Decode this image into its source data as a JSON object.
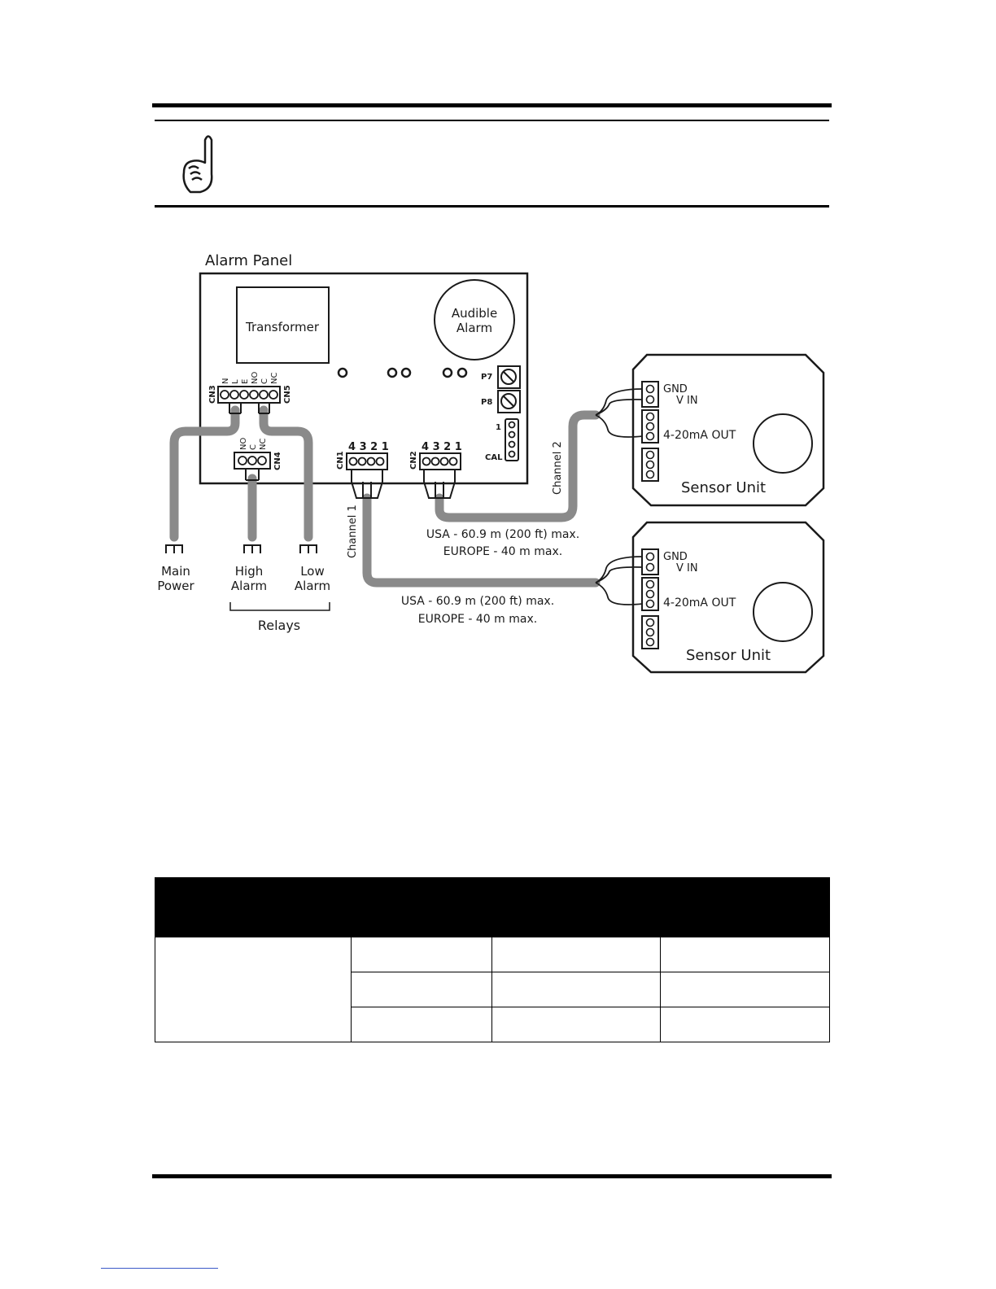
{
  "note": {
    "icon": "pointing-finger-icon"
  },
  "diagram": {
    "alarm_panel_label": "Alarm Panel",
    "transformer_label": "Transformer",
    "audible_alarm_line1": "Audible",
    "audible_alarm_line2": "Alarm",
    "pot_p7": "P7",
    "pot_p8": "P8",
    "cal_pin_1": "1",
    "cal_label": "CAL",
    "cn3": "CN3",
    "cn5": "CN5",
    "cn4": "CN4",
    "cn1": "CN1",
    "cn2": "CN2",
    "cn3_pins": [
      "N",
      "L",
      "E"
    ],
    "cn5_pins": [
      "NO",
      "C",
      "NC"
    ],
    "cn4_pins": [
      "NO",
      "C",
      "NC"
    ],
    "cn1_pin_numbers": "4 3 2 1",
    "cn2_pin_numbers": "4 3 2 1",
    "channel1": "Channel 1",
    "channel2": "Channel 2",
    "main_power_line1": "Main",
    "main_power_line2": "Power",
    "high_alarm_line1": "High",
    "high_alarm_line2": "Alarm",
    "low_alarm_line1": "Low",
    "low_alarm_line2": "Alarm",
    "relays": "Relays",
    "cable_limit_usa": "USA - 60.9 m (200 ft) max.",
    "cable_limit_europe": "EUROPE - 40 m max.",
    "sensor_gnd": "GND",
    "sensor_vin": "V IN",
    "sensor_output": "4-20mA OUT",
    "sensor_unit": "Sensor Unit"
  },
  "colors": {
    "cable": "#8a8a8a",
    "ink": "#1a1a1a",
    "table_header": "#000000",
    "link": "#3b58c8"
  }
}
